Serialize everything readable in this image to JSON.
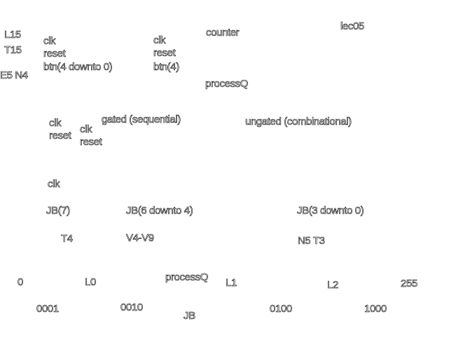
{
  "top": {
    "pins": [
      "L15",
      "T15",
      "E5 N4"
    ],
    "module_ports": [
      "clk",
      "reset",
      "btn(4 downto 0)"
    ],
    "counter_ports": [
      "clk",
      "reset",
      "btn(4)"
    ],
    "counter_title": "counter",
    "counter_output": "processQ",
    "entity": "lec05"
  },
  "middle": {
    "gated_ports_outer": [
      "clk",
      "reset"
    ],
    "gated_ports_inner": [
      "clk",
      "reset"
    ],
    "gated_label": "gated (sequential)",
    "ungated_label": "ungated (combinational)",
    "clk_label": "clk"
  },
  "outputs": {
    "jb7": "JB(7)",
    "jb6_4": "JB(6 downto 4)",
    "jb3_0": "JB(3 downto 0)",
    "pin_t4": "T4",
    "pin_v4_v9": "V4-V9",
    "pin_n5_t3": "N5 T3"
  },
  "bottom": {
    "value_0": "0",
    "state_l0": "L0",
    "process_q": "processQ",
    "state_l1": "L1",
    "state_l2": "L2",
    "value_255": "255",
    "code_0001": "0001",
    "code_0010": "0010",
    "jb": "JB",
    "code_0100": "0100",
    "code_1000": "1000"
  }
}
